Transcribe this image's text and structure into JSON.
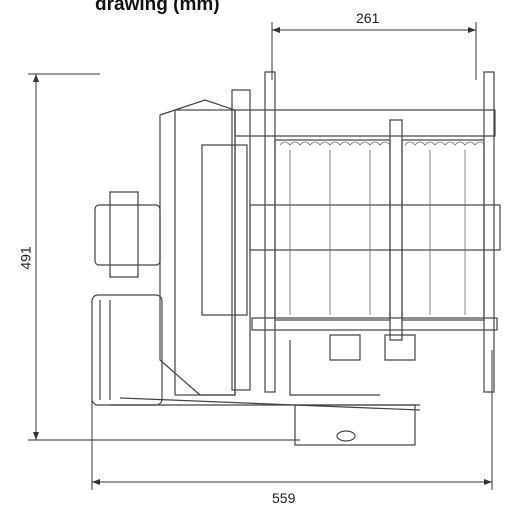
{
  "title": "drawing (mm)",
  "dimensions": {
    "width_top": "261",
    "height": "491",
    "width_total": "559"
  }
}
